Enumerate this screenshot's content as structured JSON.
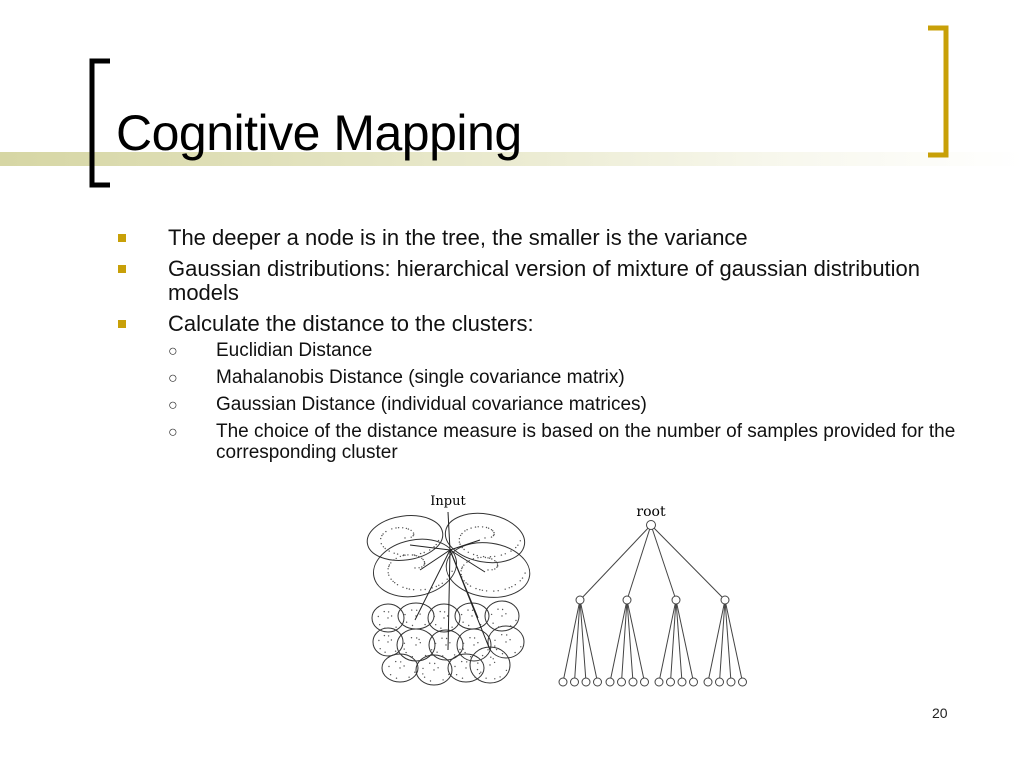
{
  "slide": {
    "title": "Cognitive Mapping",
    "page_number": "20",
    "accent_color": "#c8a008",
    "band_color": "#d6d6a4"
  },
  "bullets": [
    {
      "text": "The deeper a node is in the tree, the smaller is the variance"
    },
    {
      "text": "Gaussian distributions: hierarchical version of mixture of gaussian distribution models"
    },
    {
      "text": "Calculate the distance to the clusters:"
    }
  ],
  "sub_bullets": [
    {
      "text": "Euclidian Distance"
    },
    {
      "text": "Mahalanobis Distance (single covariance matrix)"
    },
    {
      "text": "Gaussian Distance (individual covariance matrices)"
    },
    {
      "text": "The choice of the distance measure is based on the number of samples provided for the corresponding cluster"
    }
  ],
  "figure": {
    "clusters_label": "Input",
    "tree_label": "root",
    "tree_children": 4,
    "tree_leaves_per_child": 4
  }
}
